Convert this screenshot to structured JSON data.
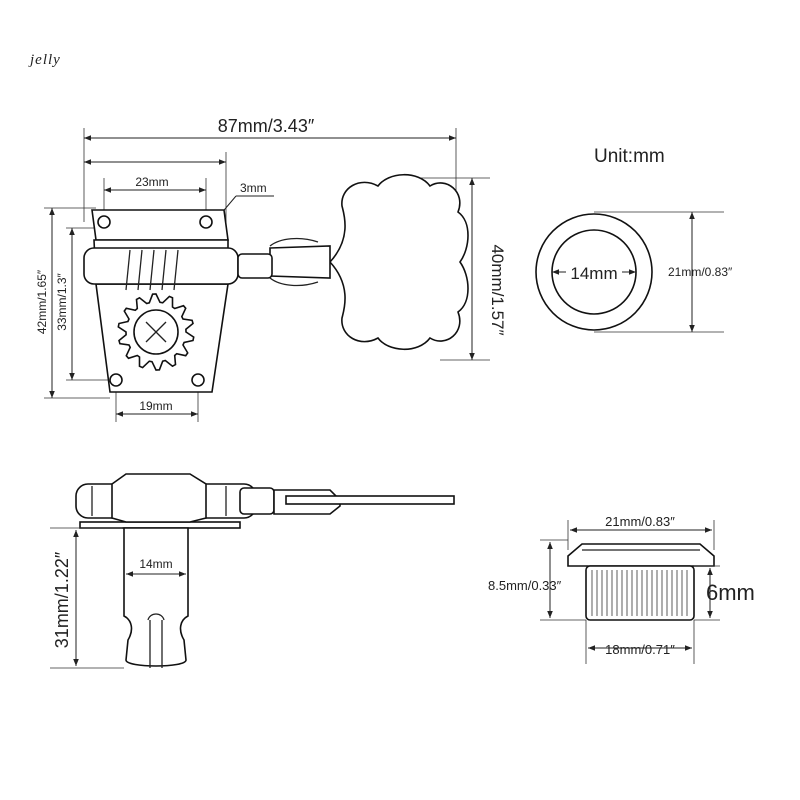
{
  "watermark": "jelly",
  "unit_label": "Unit:mm",
  "dimensions": {
    "overall_length": "87mm/3.43″",
    "plate_length": "",
    "hole_spacing_top": "23mm",
    "hole_diameter": "3mm",
    "height_total": "42mm/1.65″",
    "height_inner": "33mm/1.3″",
    "hole_spacing_bottom": "19mm",
    "key_height": "40mm/1.57″",
    "bushing_inner": "14mm",
    "bushing_outer": "21mm/0.83″",
    "post_length": "31mm/1.22″",
    "post_width": "14mm",
    "ferrule_top_width": "21mm/0.83″",
    "ferrule_height": "8.5mm/0.33″",
    "ferrule_shank": "6mm",
    "ferrule_bottom_width": "18mm/0.71″"
  }
}
